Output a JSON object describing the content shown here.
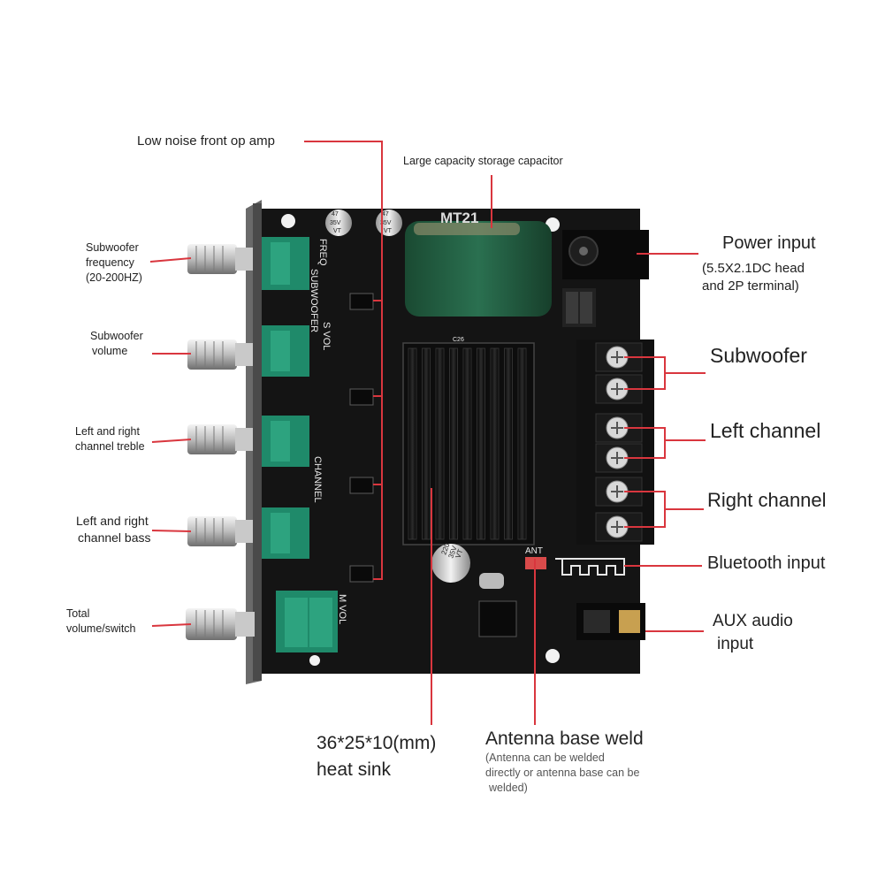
{
  "board": {
    "model": "MT21",
    "heatsink_label": "C26",
    "cap_small_1": [
      "47",
      "35V",
      "VT"
    ],
    "cap_small_2": [
      "47",
      "35V",
      "VT"
    ],
    "cap_big": [
      "220",
      "35V",
      "VT"
    ],
    "ant_mark": "ANT",
    "silk_freq": "FREQ",
    "silk_sub": "SUBWOOFER",
    "silk_svol": "S VOL",
    "silk_channel": "CHANNEL",
    "silk_mvol": "M VOL"
  },
  "labels": {
    "op_amp": "Low noise front op amp",
    "storage_cap": "Large capacity storage capacitor",
    "sub_freq": [
      "Subwoofer",
      "frequency",
      "(20-200HZ)"
    ],
    "sub_vol": [
      "Subwoofer",
      "volume"
    ],
    "treble": [
      "Left and right",
      "channel treble"
    ],
    "bass": [
      "Left and right",
      "channel bass"
    ],
    "total_vol": [
      "Total",
      "volume/switch"
    ],
    "power": "Power input",
    "power_note": [
      "(5.5X2.1DC head",
      "and 2P terminal)"
    ],
    "subwoofer_out": "Subwoofer",
    "left_out": "Left channel",
    "right_out": "Right channel",
    "bluetooth": "Bluetooth input",
    "aux": [
      "AUX audio",
      "input"
    ],
    "heatsink": [
      "36*25*10(mm)",
      "heat sink"
    ],
    "antenna": "Antenna base weld",
    "antenna_note": [
      "(Antenna can be welded",
      "directly or antenna base can be",
      "welded)"
    ]
  },
  "colors": {
    "pointer": "#d9363e",
    "pcb": "#141414",
    "pot_green": "#1f8a6a",
    "cap_green": "#1f5a3c",
    "terminal_green": "#2e8b5f",
    "panel": "#5a5a5a"
  }
}
